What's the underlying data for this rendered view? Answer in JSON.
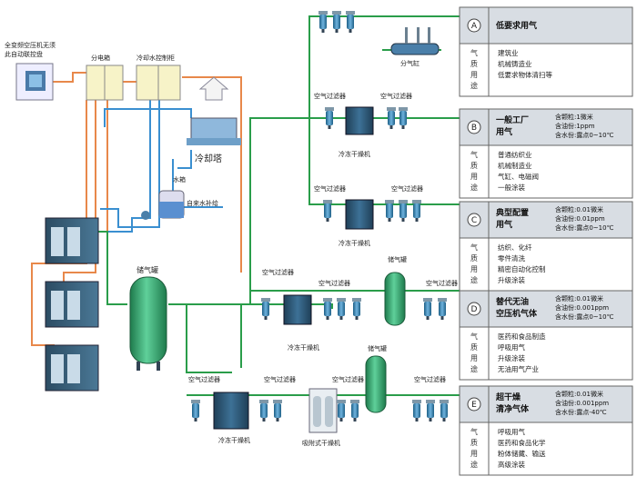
{
  "control_panel": {
    "line1": "全变频空压机无须",
    "line2": "此自动联控盘"
  },
  "distribution_box": "分电箱",
  "cooling_control_cabinet": "冷却水控制柜",
  "cooling_tower": "冷却塔",
  "water_tank": "水箱",
  "tap_water_supply": "自来水补给",
  "air_receiver_main": "储气罐",
  "air_receiver_d": "储气罐",
  "air_receiver_e": "储气罐",
  "gas_distributor": "分气缸",
  "air_filter": "空气过滤器",
  "refrigerated_dryer": "冷冻干燥机",
  "adsorption_dryer": "吸附式干燥机",
  "side_label": [
    "气",
    "质",
    "用",
    "途"
  ],
  "categories": [
    {
      "letter": "A",
      "title": [
        "低要求用气"
      ],
      "specs": [],
      "uses": [
        "建筑业",
        "机械铸造业",
        "低要求物体清扫等"
      ]
    },
    {
      "letter": "B",
      "title": [
        "一般工厂",
        "用气"
      ],
      "specs": [
        "含颗粒:1微米",
        "含油份:1ppm",
        "含水份:露点0~10℃"
      ],
      "uses": [
        "普通纺织业",
        "机械制造业",
        "气缸、电磁阀",
        "一般涂装"
      ]
    },
    {
      "letter": "C",
      "title": [
        "典型配置",
        "用气"
      ],
      "specs": [
        "含颗粒:0.01微米",
        "含油份:0.01ppm",
        "含水份:露点0~10℃"
      ],
      "uses": [
        "纺织、化纤",
        "零件清洗",
        "精密自动化控制",
        "升级涂装"
      ]
    },
    {
      "letter": "D",
      "title": [
        "替代无油",
        "空压机气体"
      ],
      "specs": [
        "含颗粒:0.01微米",
        "含油份:0.001ppm",
        "含水份:露点0~10℃"
      ],
      "uses": [
        "医药和食品制造",
        "呼吸用气",
        "升级涂装",
        "无油用气产业"
      ]
    },
    {
      "letter": "E",
      "title": [
        "超干燥",
        "清净气体"
      ],
      "specs": [
        "含颗粒:0.01微米",
        "含油份:0.001ppm",
        "含水份:露点-40℃"
      ],
      "uses": [
        "呼吸用气",
        "医药和食品化学",
        "粉体储藏、输送",
        "高级涂装"
      ]
    }
  ],
  "colors": {
    "air_line": "#2a9d4a",
    "cooling_line": "#3a8fd0",
    "power_line": "#e8884a",
    "equipment": "#3c6a8c",
    "panel_header": "#d8dde3",
    "tank": "#2aa06a"
  }
}
